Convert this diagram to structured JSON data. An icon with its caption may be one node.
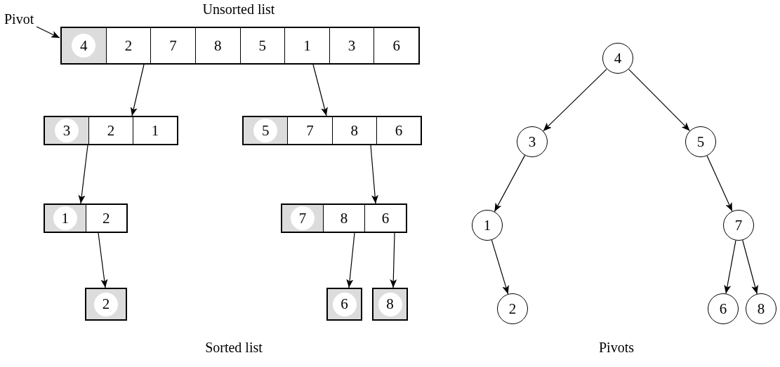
{
  "diagram": {
    "nodes": [
      {
        "text": [
          "Pivot"
        ]
      },
      {
        "text": [],
        "shape": "box"
      },
      {
        "text": [
          "4"
        ],
        "in": 1
      },
      {
        "text": [
          "2"
        ],
        "in": 1
      },
      {
        "text": [
          "7"
        ],
        "in": 1
      },
      {
        "text": [
          "8"
        ],
        "in": 1
      },
      {
        "text": [
          "5"
        ],
        "in": 1
      },
      {
        "text": [
          "1"
        ],
        "in": 1
      },
      {
        "text": [
          "3"
        ],
        "in": 1
      },
      {
        "text": [
          "6"
        ],
        "in": 1
      },
      {
        "text": [],
        "shape": "box"
      },
      {
        "text": [
          "3"
        ],
        "in": 10
      },
      {
        "text": [
          "2"
        ],
        "in": 10
      },
      {
        "text": [
          "1"
        ],
        "in": 10
      },
      {
        "text": [],
        "shape": "box"
      },
      {
        "text": [
          "5"
        ],
        "in": 14
      },
      {
        "text": [
          "7"
        ],
        "in": 14
      },
      {
        "text": [
          "8"
        ],
        "in": 14
      },
      {
        "text": [
          "6"
        ],
        "in": 14
      },
      {
        "text": [],
        "shape": "box"
      },
      {
        "text": [
          "1"
        ],
        "in": 19
      },
      {
        "text": [
          "2"
        ],
        "in": 19
      },
      {
        "text": [],
        "shape": "box"
      },
      {
        "text": [
          "7"
        ],
        "in": 22
      },
      {
        "text": [
          "8"
        ],
        "in": 22
      },
      {
        "text": [
          "6"
        ],
        "in": 22
      },
      {
        "text": [],
        "shape": "box"
      },
      {
        "text": [
          "2"
        ],
        "in": 26
      },
      {
        "text": [],
        "shape": "box"
      },
      {
        "text": [
          "6"
        ],
        "in": 28
      },
      {
        "text": [],
        "shape": "box"
      },
      {
        "text": [
          "8"
        ],
        "in": 30
      },
      {
        "text": [
          "4"
        ]
      },
      {
        "text": [
          "3"
        ]
      },
      {
        "text": [
          "5"
        ]
      },
      {
        "text": [
          "1"
        ]
      },
      {
        "text": [
          "7"
        ]
      },
      {
        "text": [
          "2"
        ]
      },
      {
        "text": [
          "6"
        ]
      },
      {
        "text": [
          "8"
        ]
      }
    ],
    "edges": [
      {
        "from": 0,
        "to": 2,
        "arrow": "to"
      },
      {
        "from": 1,
        "to": 10,
        "arrow": "to"
      },
      {
        "from": 1,
        "to": 14,
        "arrow": "to"
      },
      {
        "from": 10,
        "to": 19,
        "arrow": "to"
      },
      {
        "from": 14,
        "to": 22,
        "arrow": "to"
      },
      {
        "from": 19,
        "to": 26,
        "arrow": "to"
      },
      {
        "from": 22,
        "to": 28,
        "arrow": "to"
      },
      {
        "from": 22,
        "to": 30,
        "arrow": "to"
      },
      {
        "from": 32,
        "to": 33,
        "arrow": "to"
      },
      {
        "from": 32,
        "to": 34,
        "arrow": "to"
      },
      {
        "from": 33,
        "to": 35,
        "arrow": "to"
      },
      {
        "from": 34,
        "to": 36,
        "arrow": "to"
      },
      {
        "from": 35,
        "to": 37,
        "arrow": "to"
      },
      {
        "from": 36,
        "to": 38,
        "arrow": "to"
      },
      {
        "from": 36,
        "to": 39,
        "arrow": "to"
      }
    ],
    "labels": [
      "Unsorted list",
      "Sorted list",
      "Pivots"
    ]
  }
}
